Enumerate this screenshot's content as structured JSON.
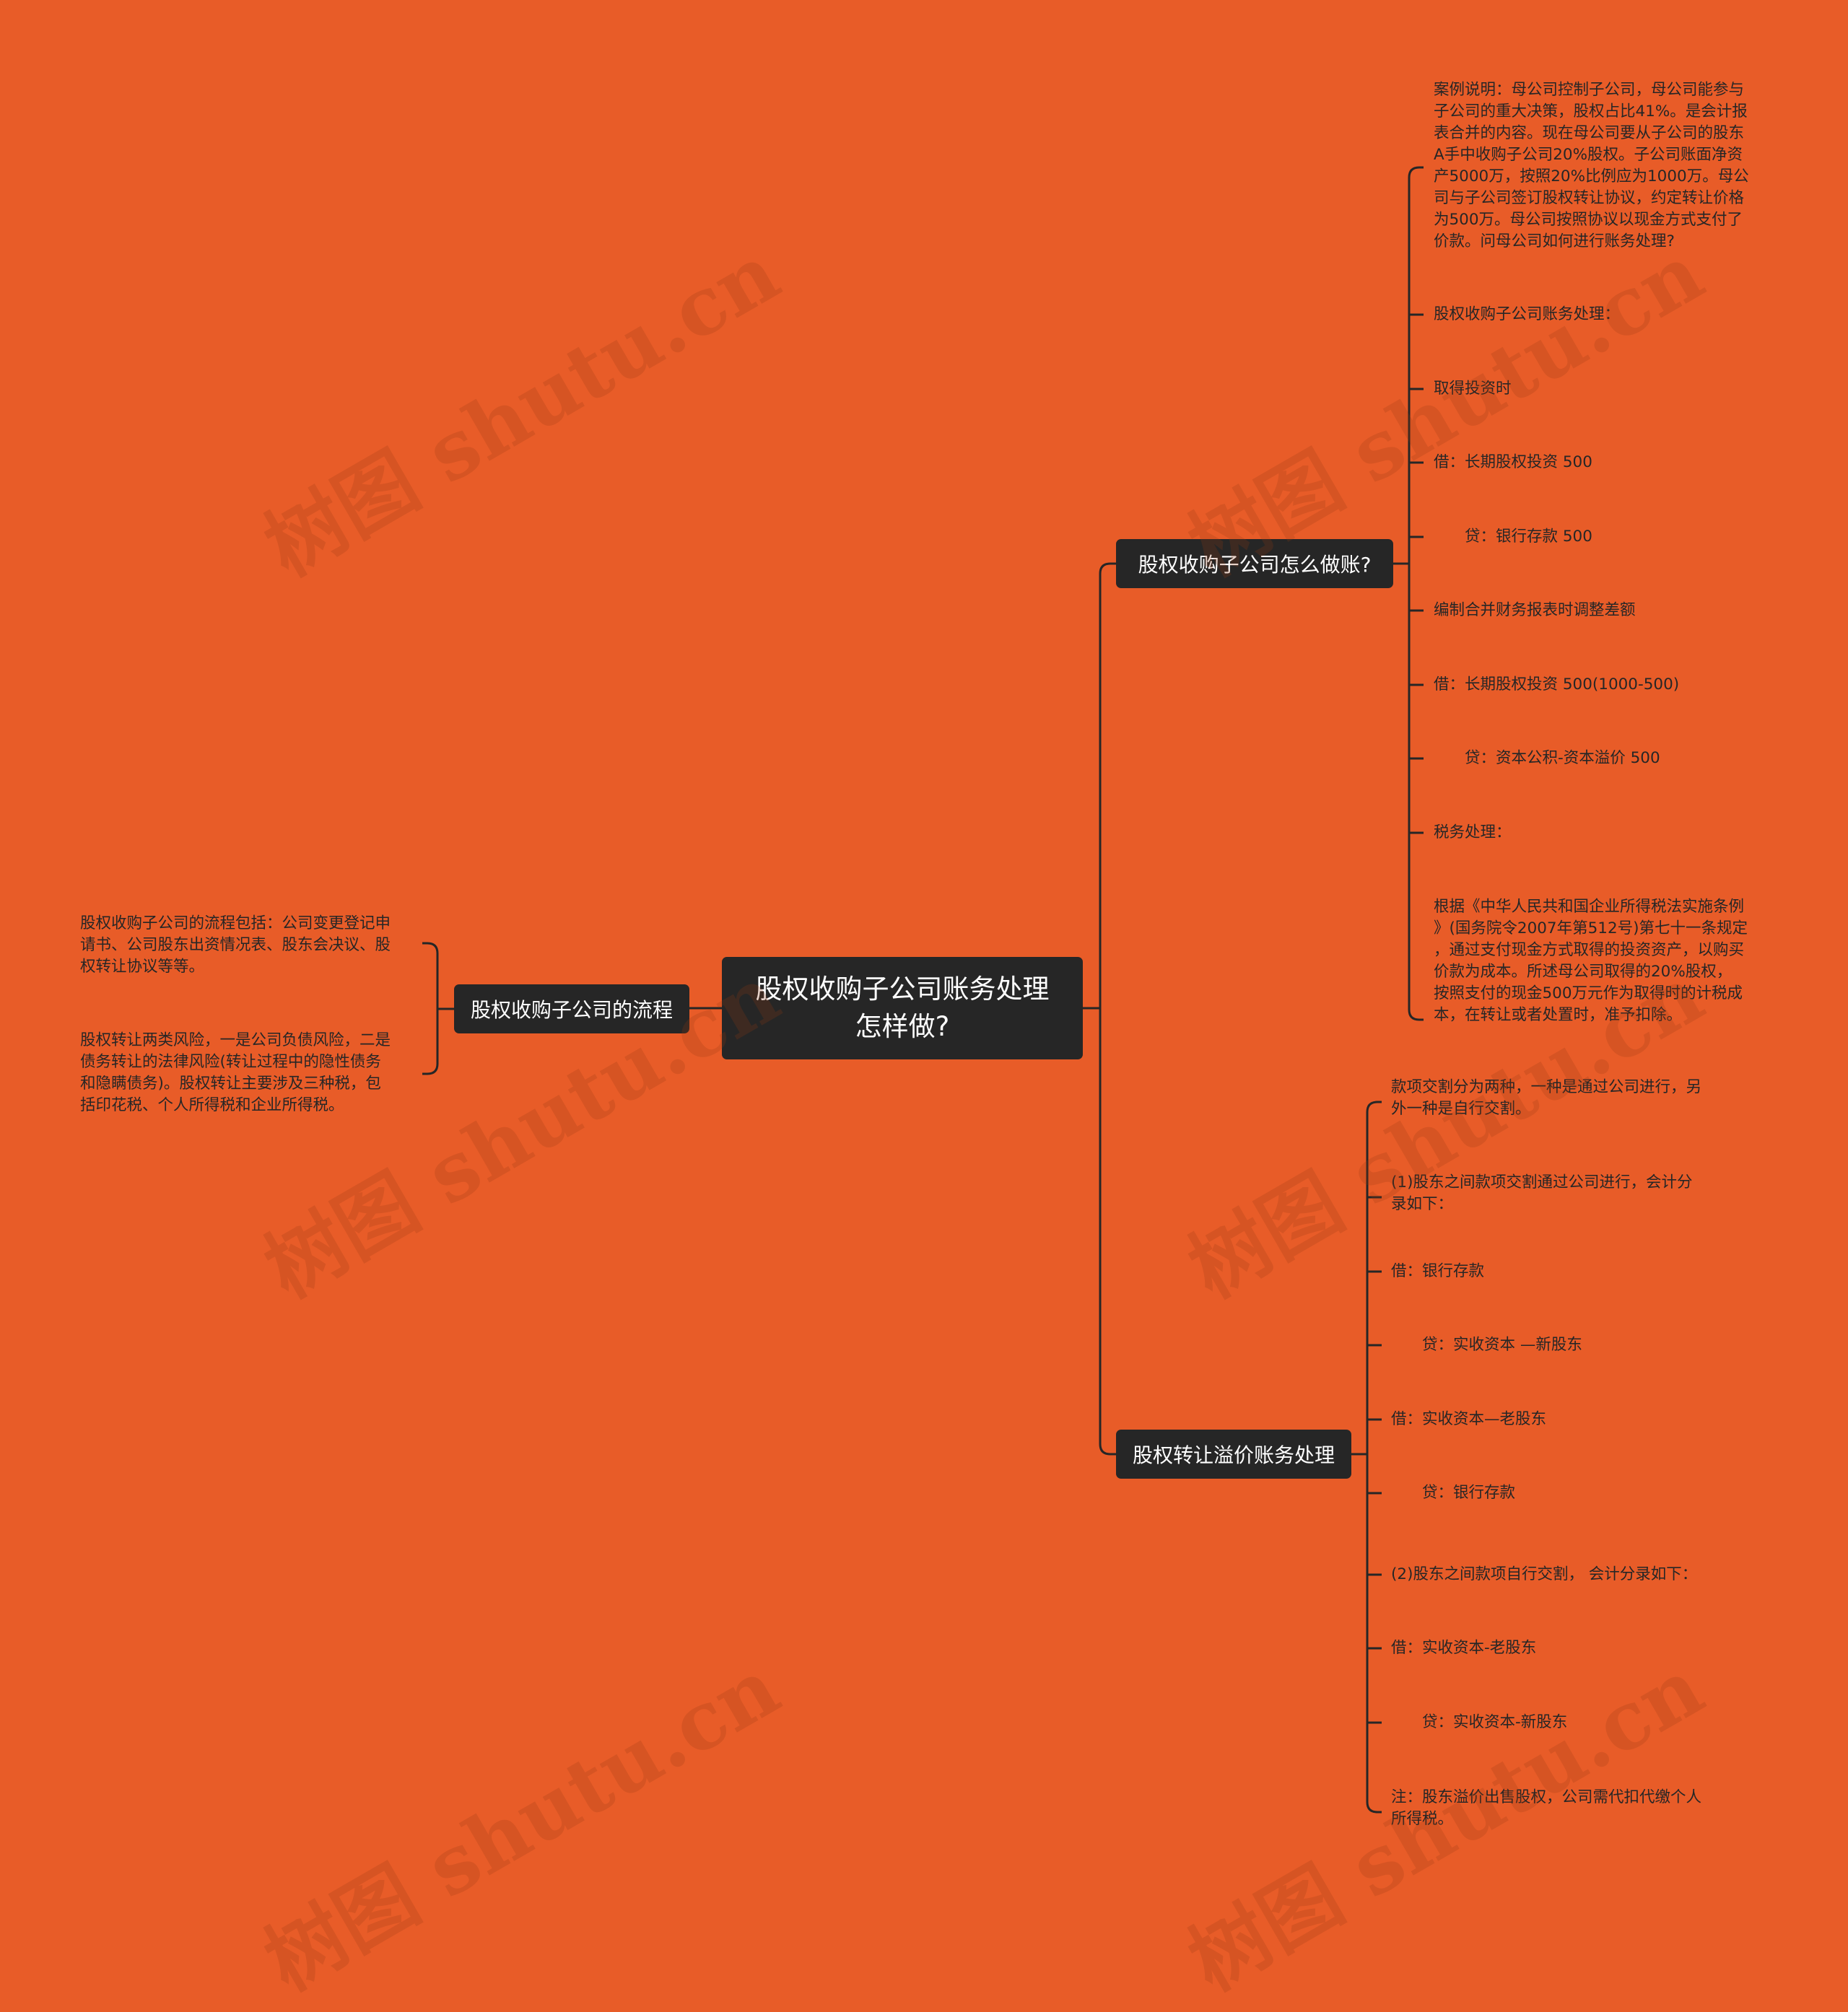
{
  "root": {
    "line1": "股权收购子公司账务处理",
    "line2": "怎样做?"
  },
  "branches": {
    "accounting": {
      "label": "股权收购子公司怎么做账?",
      "items": [
        "案例说明：母公司控制子公司，母公司能参与\n子公司的重大决策，股权占比41%。是会计报\n表合并的内容。现在母公司要从子公司的股东\nA手中收购子公司20%股权。子公司账面净资\n产5000万，按照20%比例应为1000万。母公\n司与子公司签订股权转让协议，约定转让价格\n为500万。母公司按照协议以现金方式支付了\n价款。问母公司如何进行账务处理?",
        "股权收购子公司账务处理：",
        "取得投资时",
        "借：长期股权投资 500",
        "　　贷：银行存款 500",
        "编制合并财务报表时调整差额",
        "借：长期股权投资 500(1000-500)",
        "　　贷：资本公积-资本溢价 500",
        "税务处理：",
        "根据《中华人民共和国企业所得税法实施条例\n》(国务院令2007年第512号)第七十一条规定\n，通过支付现金方式取得的投资资产，以购买\n价款为成本。所述母公司取得的20%股权，\n按照支付的现金500万元作为取得时的计税成\n本，在转让或者处置时，准予扣除。"
      ]
    },
    "premium": {
      "label": "股权转让溢价账务处理",
      "items": [
        "款项交割分为两种，一种是通过公司进行，另\n外一种是自行交割。",
        "(1)股东之间款项交割通过公司进行，会计分\n录如下：",
        "借：银行存款",
        "　　贷：实收资本 —新股东",
        "借：实收资本—老股东",
        "　　贷：银行存款",
        "(2)股东之间款项自行交割， 会计分录如下：",
        "借：实收资本-老股东",
        "　　贷：实收资本-新股东",
        "注：股东溢价出售股权，公司需代扣代缴个人\n所得税。"
      ]
    },
    "process": {
      "label": "股权收购子公司的流程",
      "items": [
        "股权收购子公司的流程包括：公司变更登记申\n请书、公司股东出资情况表、股东会决议、股\n权转让协议等等。",
        "股权转让两类风险，一是公司负债风险，二是\n债务转让的法律风险(转让过程中的隐性债务\n和隐瞒债务)。股权转让主要涉及三种税，包\n括印花税、个人所得税和企业所得税。"
      ]
    }
  },
  "watermark": "树图 shutu.cn"
}
